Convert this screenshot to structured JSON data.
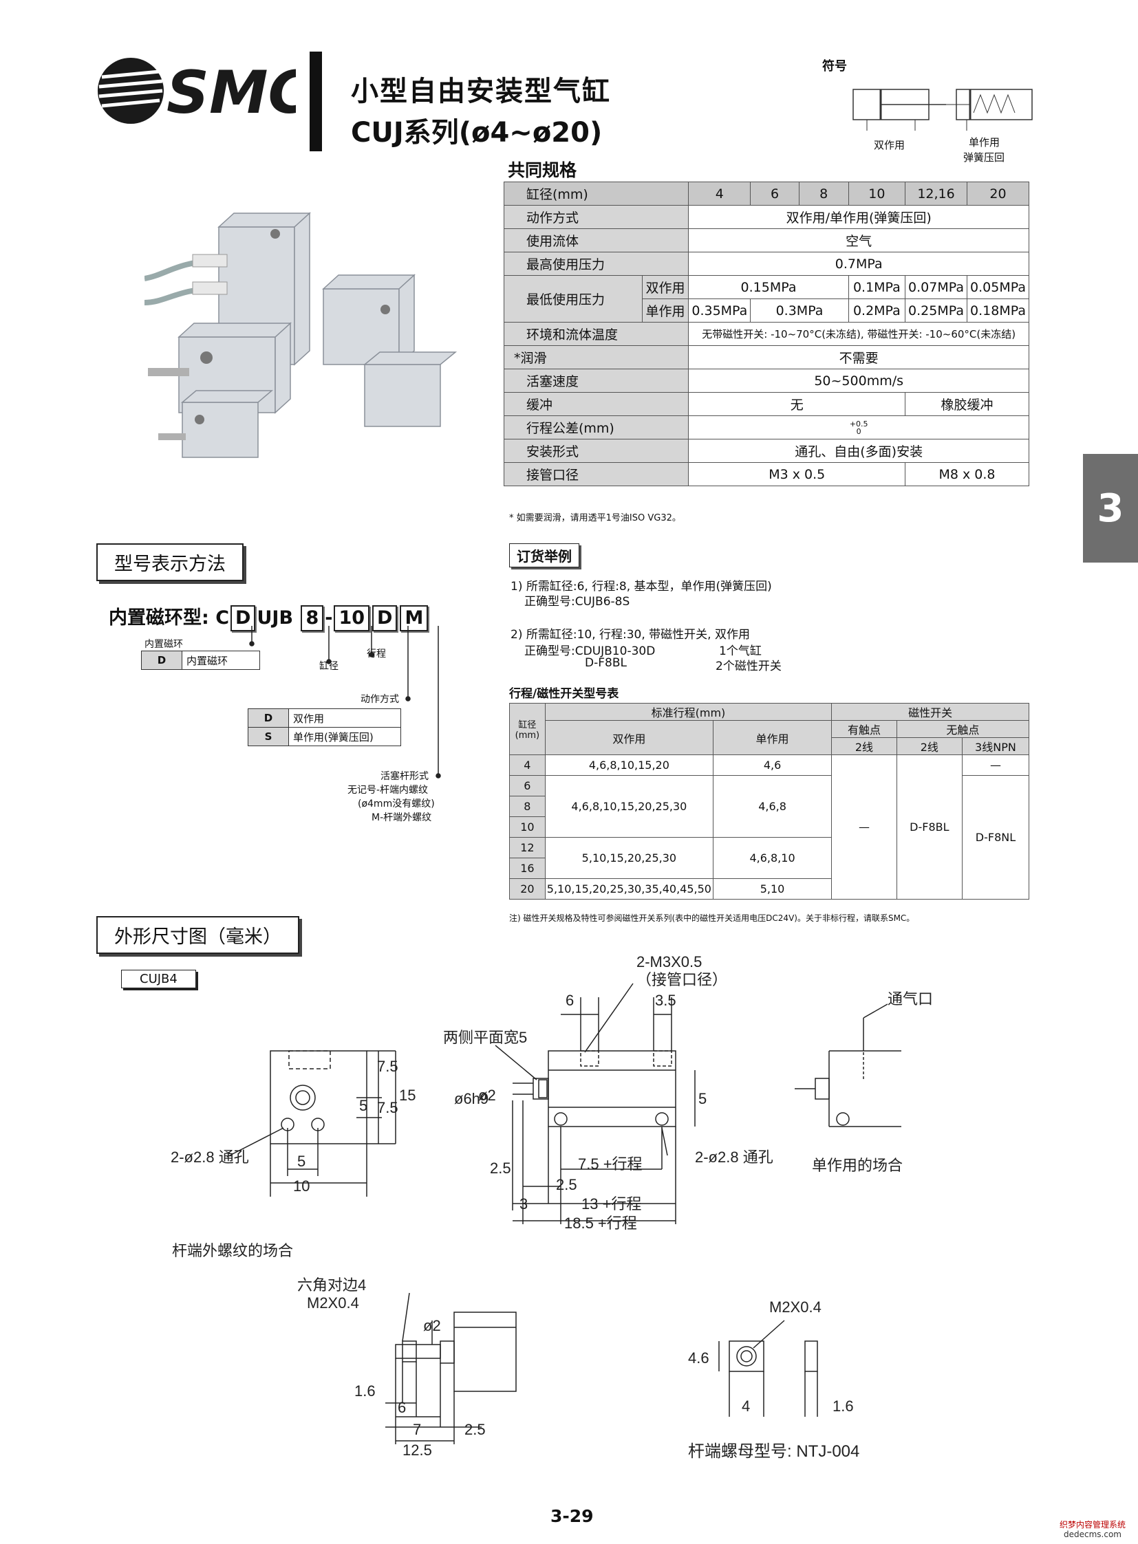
{
  "header": {
    "brand": "SMC",
    "title_line1": "小型自由安装型气缸",
    "title_line2": "CUJ系列(ø4~ø20)"
  },
  "symbols": {
    "label": "符号",
    "double_acting": "双作用",
    "single_acting_l1": "单作用",
    "single_acting_l2": "弹簧压回"
  },
  "spec": {
    "heading": "共同规格",
    "bore_label": "缸径(mm)",
    "bores": [
      "4",
      "6",
      "8",
      "10",
      "12,16",
      "20"
    ],
    "action_label": "动作方式",
    "action_value": "双作用/单作用(弹簧压回)",
    "fluid_label": "使用流体",
    "fluid_value": "空气",
    "max_pressure_label": "最高使用压力",
    "max_pressure_value": "0.7MPa",
    "min_pressure_label": "最低使用压力",
    "double_label": "双作用",
    "double_values": [
      "0.15MPa",
      "0.1MPa",
      "0.07MPa",
      "0.05MPa"
    ],
    "single_label": "单作用",
    "single_values": [
      "0.35MPa",
      "0.3MPa",
      "0.2MPa",
      "0.25MPa",
      "0.18MPa"
    ],
    "temp_label": "环境和流体温度",
    "temp_value": "无带磁性开关: -10~70°C(未冻结), 带磁性开关: -10~60°C(未冻结)",
    "lube_label": "*润滑",
    "lube_value": "不需要",
    "speed_label": "活塞速度",
    "speed_value": "50~500mm/s",
    "cushion_label": "缓冲",
    "cushion_none": "无",
    "cushion_rubber": "橡胶缓冲",
    "tol_label": "行程公差(mm)",
    "tol_upper": "+0.5",
    "tol_lower": "0",
    "mount_label": "安装形式",
    "mount_value": "通孔、自由(多面)安装",
    "port_label": "接管口径",
    "port_small": "M3 x 0.5",
    "port_large": "M8 x 0.8",
    "note": "* 如需要润滑，请用透平1号油ISO VG32。"
  },
  "model": {
    "heading": "型号表示方法",
    "prefix": "内置磁环型:",
    "parts": [
      "C",
      "D",
      "UJB",
      "8",
      "-",
      "10",
      "D",
      "M"
    ],
    "magnet_label": "内置磁环",
    "magnet_code": "D",
    "magnet_desc": "内置磁环",
    "bore_label": "缸径",
    "stroke_label": "行程",
    "action_label": "动作方式",
    "action_rows": [
      {
        "code": "D",
        "desc": "双作用"
      },
      {
        "code": "S",
        "desc": "单作用(弹簧压回)"
      }
    ],
    "rod_label": "活塞杆形式",
    "rod_line1": "无记号-杆端内螺纹",
    "rod_line2": "(ø4mm没有螺纹)",
    "rod_line3": "M-杆端外螺纹"
  },
  "order": {
    "heading": "订货举例",
    "ex1_line1": "1) 所需缸径:6, 行程:8, 基本型，单作用(弹簧压回)",
    "ex1_line2": "正确型号:CUJB6-8S",
    "ex2_line1": "2) 所需缸径:10, 行程:30,  带磁性开关, 双作用",
    "ex2_line2": "正确型号:CDUJB10-30D",
    "ex2_line2b": "1个气缸",
    "ex2_line3": "D-F8BL",
    "ex2_line3b": "2个磁性开关"
  },
  "stroke_table": {
    "heading": "行程/磁性开关型号表",
    "bore_hdr": "缸径\n(mm)",
    "std_stroke_hdr": "标准行程(mm)",
    "double_hdr": "双作用",
    "single_hdr": "单作用",
    "switch_hdr": "磁性开关",
    "contact_hdr": "有触点",
    "noncontact_hdr": "无触点",
    "two_wire": "2线",
    "two_wire_b": "2线",
    "three_wire": "3线NPN",
    "rows": [
      {
        "bore": "4",
        "double": "4,6,8,10,15,20",
        "single": "4,6"
      },
      {
        "bore": "6",
        "double": "",
        "single": ""
      },
      {
        "bore": "8",
        "double": "4,6,8,10,15,20,25,30",
        "single": "4,6,8"
      },
      {
        "bore": "10",
        "double": "",
        "single": ""
      },
      {
        "bore": "12",
        "double": "",
        "single": ""
      },
      {
        "bore": "16",
        "double": "5,10,15,20,25,30",
        "single": "4,6,8,10"
      },
      {
        "bore": "20",
        "double": "5,10,15,20,25,30,35,40,45,50",
        "single": "5,10"
      }
    ],
    "contact_val": "—",
    "noncontact_2w": "D-F8BL",
    "noncontact_3w": "D-F8NL",
    "npn_dash": "—",
    "note": "注) 磁性开关规格及特性可参阅磁性开关系列(表中的磁性开关适用电压DC24V)。关于非标行程，请联系SMC。"
  },
  "dims": {
    "heading": "外形尺寸图（毫米）",
    "model_tag": "CUJB4",
    "port_note1": "2-M3X0.5",
    "port_note2": "（接管口径）",
    "flat_note": "两侧平面宽5",
    "hole_note": "2-ø2.8 通孔",
    "hole_note2": "2-ø2.8 通孔",
    "vent_note": "通气口",
    "single_case": "单作用的场合",
    "male_case": "杆端外螺纹的场合",
    "hex_note": "六角对边4",
    "thread_note": "M2X0.4",
    "thread_note2": "M2X0.4",
    "nut_model": "杆端螺母型号: NTJ-004",
    "d_7_5a": "7.5",
    "d_7_5b": "7.5",
    "d_15": "15",
    "d_5a": "5",
    "d_5b": "5",
    "d_10": "10",
    "d_6": "6",
    "d_3_5": "3.5",
    "d_6h9": "ø6h9",
    "d_2": "ø2",
    "d_5c": "5",
    "d_2_5a": "2.5",
    "d_2_5b": "2.5",
    "d_7_5s": "7.5 +行程",
    "d_3": "3",
    "d_13s": "13 +行程",
    "d_18_5s": "18.5 +行程",
    "d_o2": "ø2",
    "d_1_6": "1.6",
    "d_6b": "6",
    "d_7": "7",
    "d_2_5c": "2.5",
    "d_12_5": "12.5",
    "d_4_6": "4.6",
    "d_4": "4",
    "d_1_6b": "1.6"
  },
  "footer": {
    "page": "3-29",
    "side_tab": "3",
    "watermark1": "织梦内容管理系统",
    "watermark2": "dedecms.com"
  }
}
